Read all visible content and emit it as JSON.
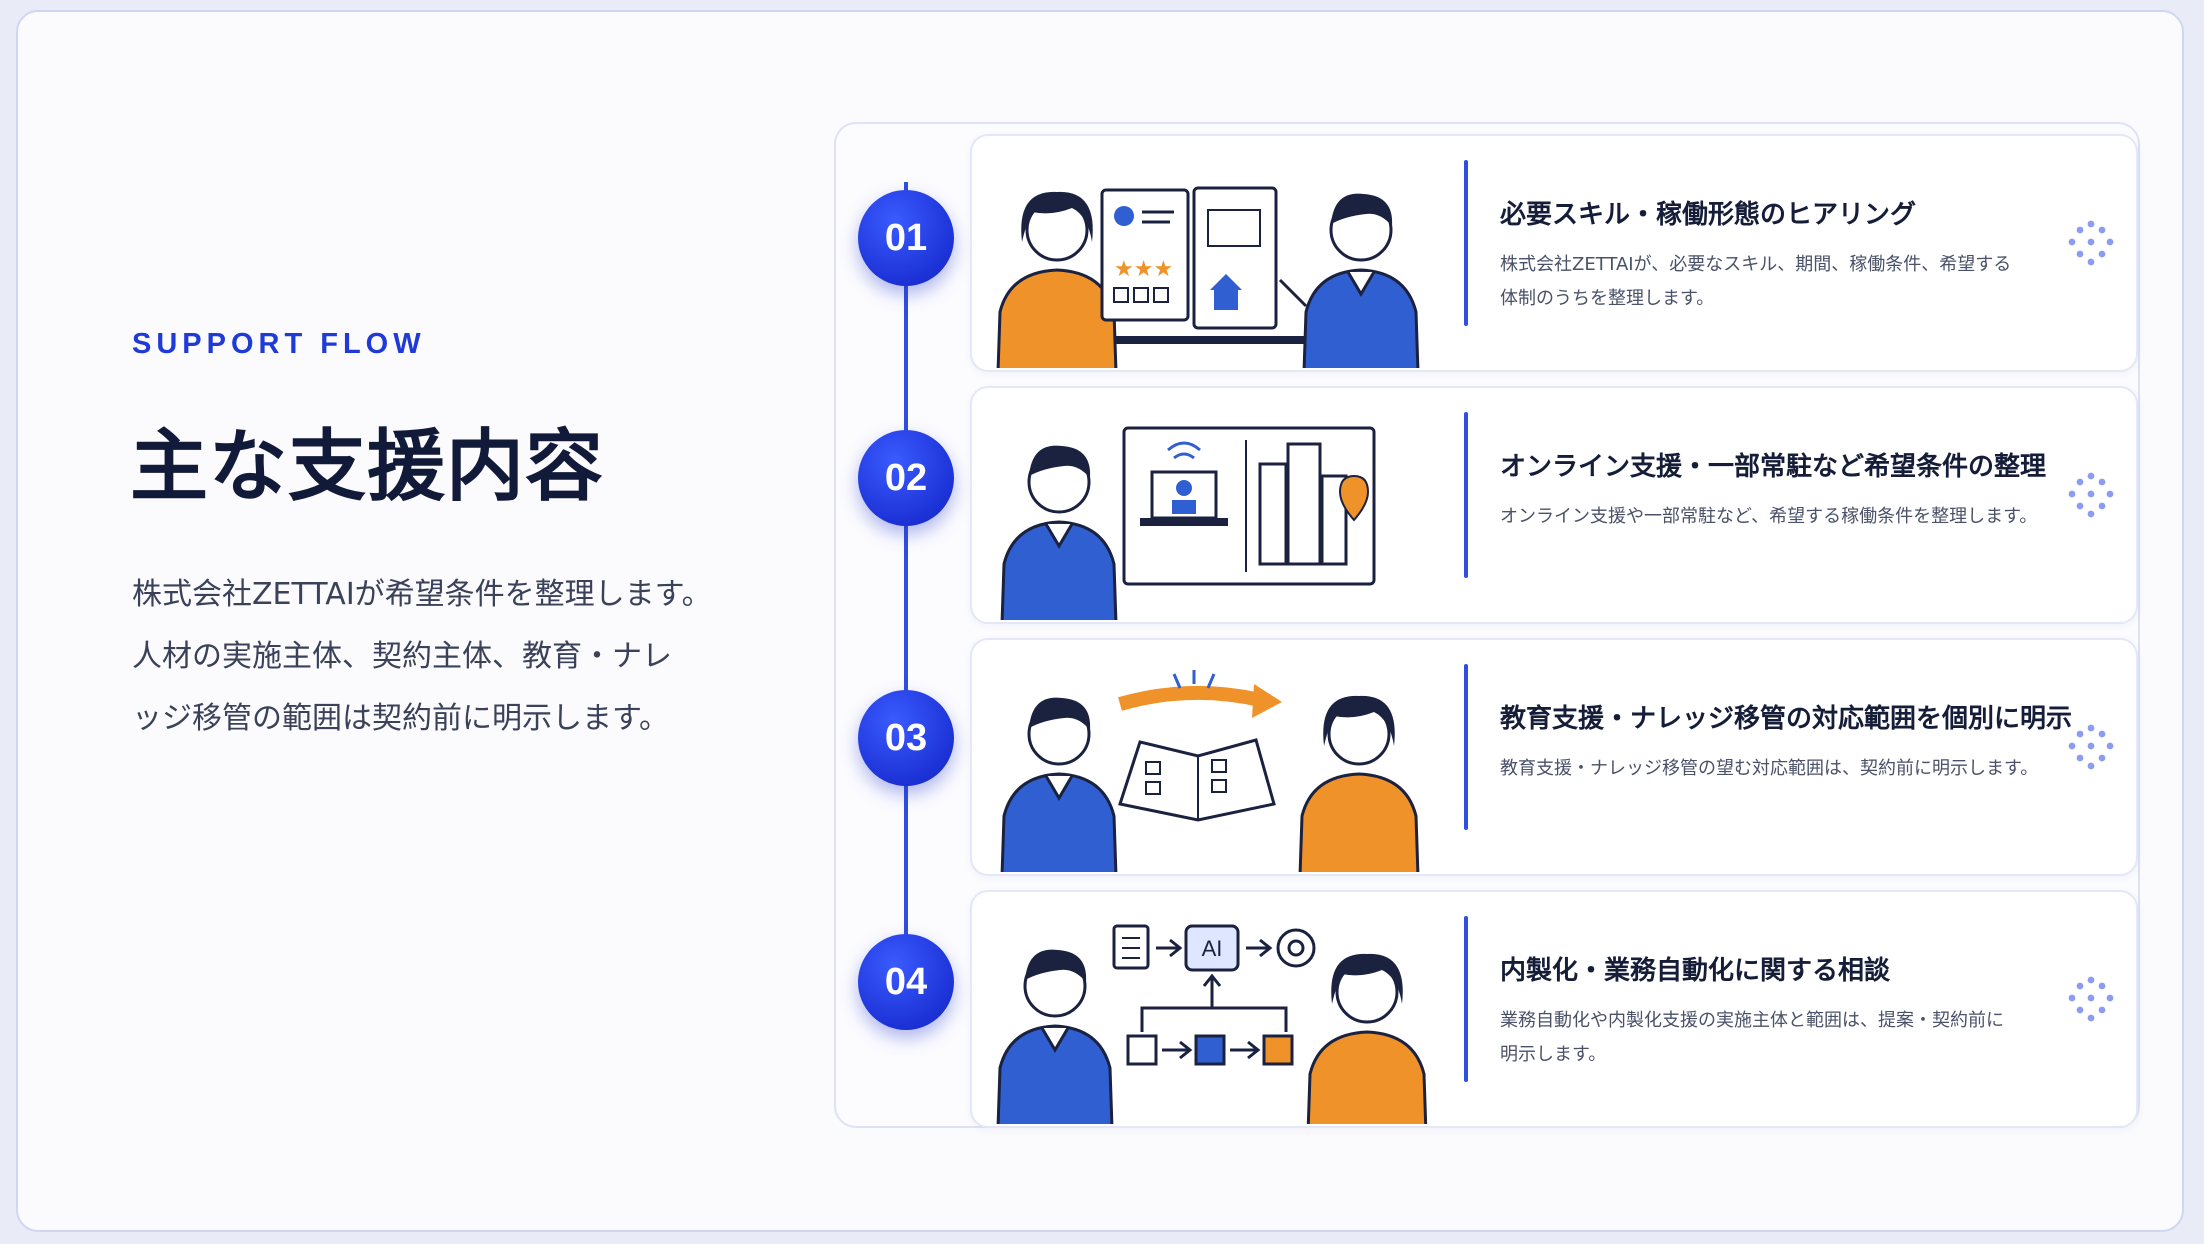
{
  "header": {
    "eyebrow": "SUPPORT FLOW",
    "title": "主な支援内容",
    "description_lines": [
      "株式会社ZETTAIが希望条件を整理します。",
      "人材の実施主体、契約主体、教育・ナレ",
      "ッジ移管の範囲は契約前に明示します。"
    ]
  },
  "colors": {
    "accent": "#1f3ad6",
    "illustration_blue": "#2f5fd0",
    "illustration_orange": "#f0922a",
    "dots": "#8c9cf2"
  },
  "steps": [
    {
      "number": "01",
      "title": "必要スキル・稼働形態のヒアリング",
      "text_lines": [
        "株式会社ZETTAIが、必要なスキル、期間、稼働条件、希望する",
        "体制のうちを整理します。"
      ],
      "illustration": "hearing-illustration",
      "menu_icon": "dots-grid-icon"
    },
    {
      "number": "02",
      "title": "オンライン支援・一部常駐など希望条件の整理",
      "text_lines": [
        "オンライン支援や一部常駐など、希望する稼働条件を整理します。"
      ],
      "illustration": "online-onsite-illustration",
      "menu_icon": "dots-grid-icon"
    },
    {
      "number": "03",
      "title": "教育支援・ナレッジ移管の対応範囲を個別に明示",
      "text_lines": [
        "教育支援・ナレッジ移管の望む対応範囲は、契約前に明示します。"
      ],
      "illustration": "knowledge-transfer-illustration",
      "menu_icon": "dots-grid-icon"
    },
    {
      "number": "04",
      "title": "内製化・業務自動化に関する相談",
      "text_lines": [
        "業務自動化や内製化支援の実施主体と範囲は、提案・契約前に",
        "明示します。"
      ],
      "illustration": "automation-illustration",
      "ai_label": "AI",
      "menu_icon": "dots-grid-icon"
    }
  ]
}
